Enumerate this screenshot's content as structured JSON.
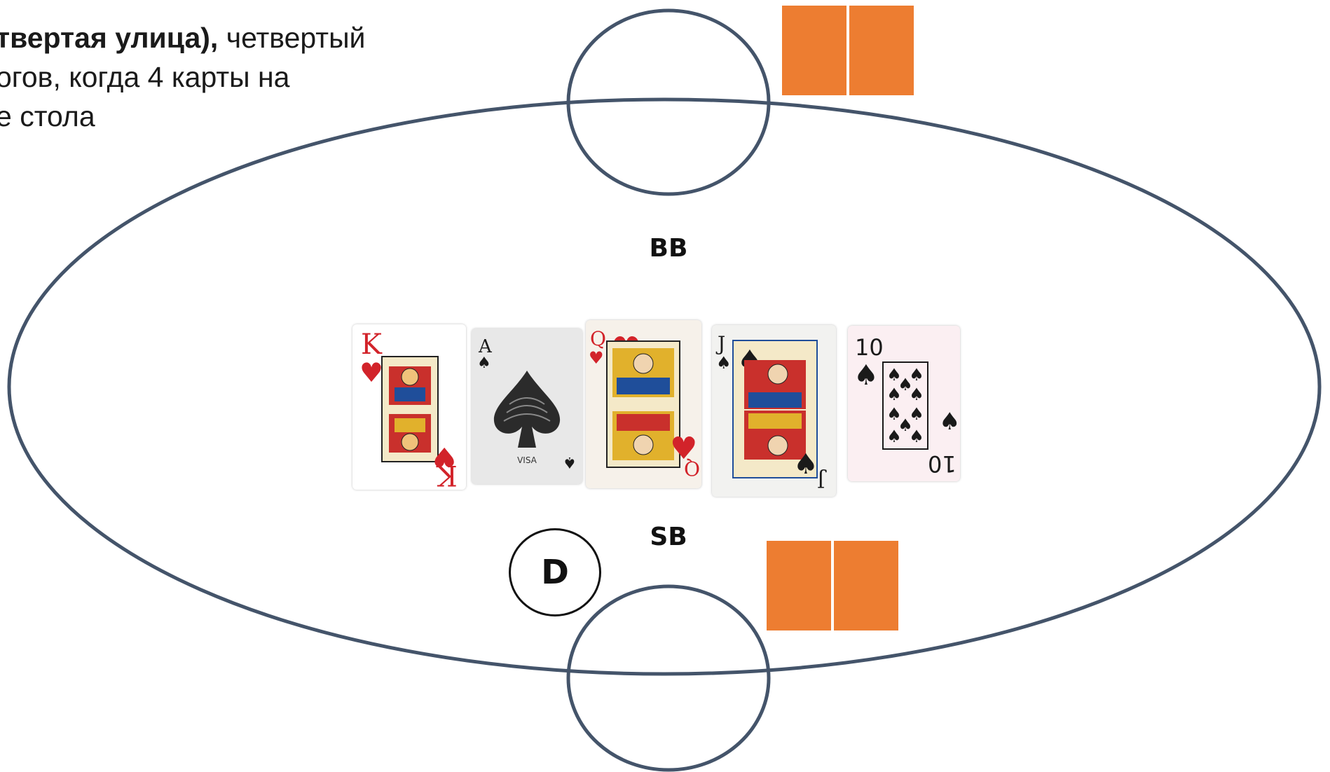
{
  "caption": {
    "line1_bold": "твертая улица),",
    "line1_rest": " четвертый",
    "line2": "огов, когда 4 карты на",
    "line3": "е стола"
  },
  "positions": {
    "top_label": "BB",
    "bottom_label": "SB"
  },
  "dealer_button": "D",
  "board_cards": [
    {
      "rank": "K",
      "suit": "hearts",
      "suit_symbol": "♥"
    },
    {
      "rank": "A",
      "suit": "spades",
      "suit_symbol": "♠",
      "back_text": "VISA"
    },
    {
      "rank": "Q",
      "suit": "hearts",
      "suit_symbol": "♥"
    },
    {
      "rank": "J",
      "suit": "spades",
      "suit_symbol": "♠"
    },
    {
      "rank": "10",
      "suit": "spades",
      "suit_symbol": "♠"
    }
  ],
  "colors": {
    "table_outline": "#44546a",
    "hole_cards": "#ed7d31",
    "hearts": "#d2232a",
    "spades": "#1a1a1a"
  }
}
